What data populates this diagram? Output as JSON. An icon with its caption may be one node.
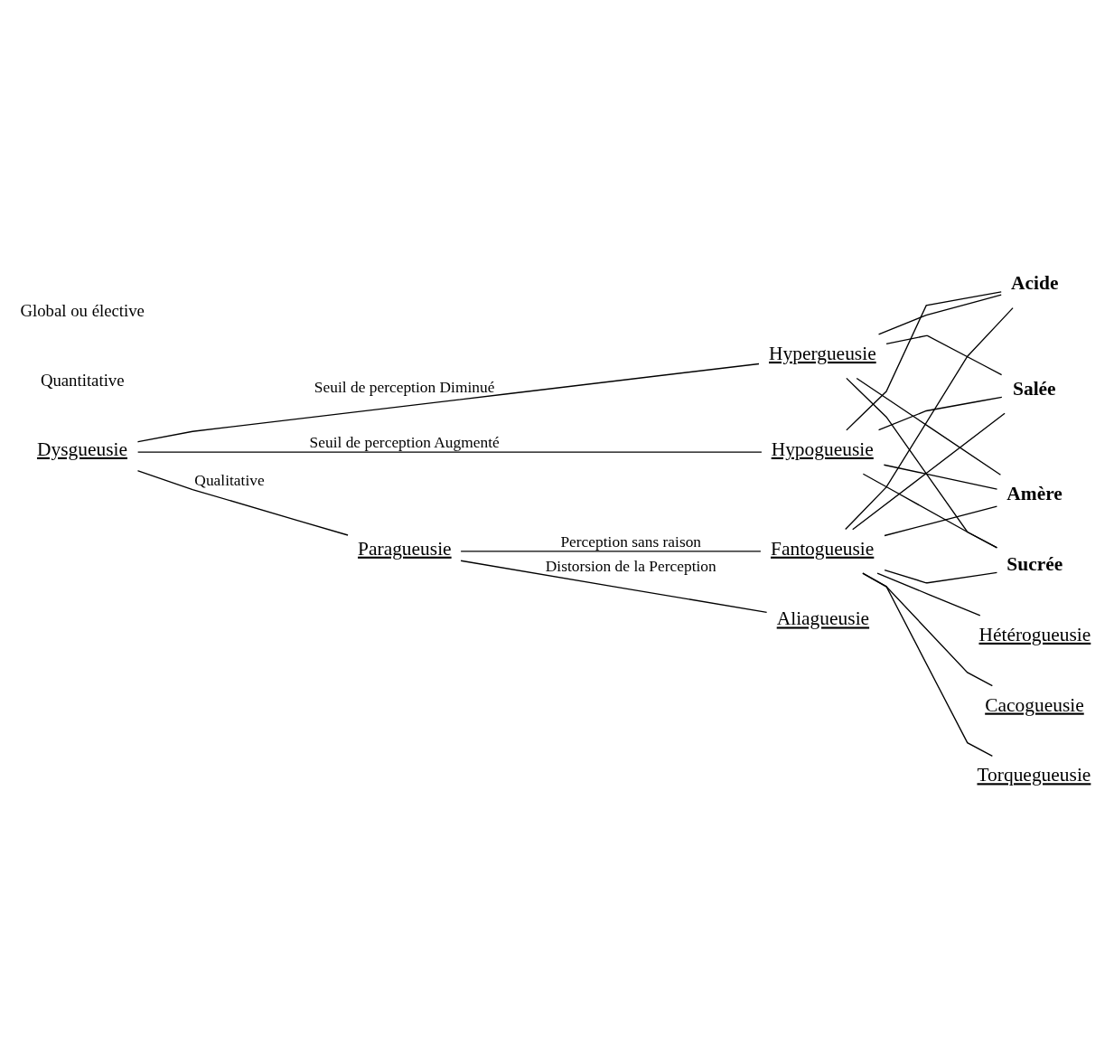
{
  "diagram": {
    "nodes": [
      {
        "text": [
          "Dysgueusie"
        ]
      },
      {
        "text": [
          "Hypogueusie"
        ]
      },
      {
        "text": [
          "Hypergueusie"
        ]
      },
      {
        "text": [
          "Salée"
        ]
      },
      {
        "text": [
          "Sucrée"
        ]
      },
      {
        "text": [
          "Acide"
        ]
      },
      {
        "text": [
          "Amère"
        ]
      },
      {
        "text": [
          "Paragueusie"
        ]
      },
      {
        "text": [
          "Aliagueusie"
        ]
      },
      {
        "text": [
          "Fantogueusie"
        ]
      },
      {
        "text": [
          "Hétérogueusie"
        ]
      },
      {
        "text": [
          "Cacogueusie"
        ]
      },
      {
        "text": [
          "Torquegueusie"
        ]
      }
    ],
    "edges": [
      {
        "from": 0,
        "to": 1,
        "arrow": "none",
        "label": "Seuil de perception Augmenté"
      },
      {
        "from": 0,
        "to": 2,
        "arrow": "none",
        "label": "Seuil de perception Diminué"
      },
      {
        "from": 1,
        "to": 3,
        "arrow": "none"
      },
      {
        "from": 1,
        "to": 4,
        "arrow": "none"
      },
      {
        "from": 1,
        "to": 5,
        "arrow": "none"
      },
      {
        "from": 1,
        "to": 6,
        "arrow": "none"
      },
      {
        "from": 2,
        "to": 3,
        "arrow": "none"
      },
      {
        "from": 2,
        "to": 4,
        "arrow": "none"
      },
      {
        "from": 2,
        "to": 5,
        "arrow": "none"
      },
      {
        "from": 2,
        "to": 6,
        "arrow": "none"
      },
      {
        "from": 0,
        "to": 7,
        "arrow": "none",
        "label": "Qualitative"
      },
      {
        "from": 7,
        "to": 8,
        "arrow": "none",
        "label": "Distorsion de la Perception"
      },
      {
        "from": 7,
        "to": 9,
        "arrow": "none",
        "label": "Perception sans raison"
      },
      {
        "from": 9,
        "to": 3,
        "arrow": "none"
      },
      {
        "from": 9,
        "to": 4,
        "arrow": "none"
      },
      {
        "from": 9,
        "to": 5,
        "arrow": "none"
      },
      {
        "from": 9,
        "to": 6,
        "arrow": "none"
      },
      {
        "from": 9,
        "to": 10,
        "arrow": "none"
      },
      {
        "from": 9,
        "to": 11,
        "arrow": "none"
      },
      {
        "from": 9,
        "to": 12,
        "arrow": "none"
      }
    ],
    "labels": [
      "Quantitative",
      "Global ou élective"
    ]
  }
}
